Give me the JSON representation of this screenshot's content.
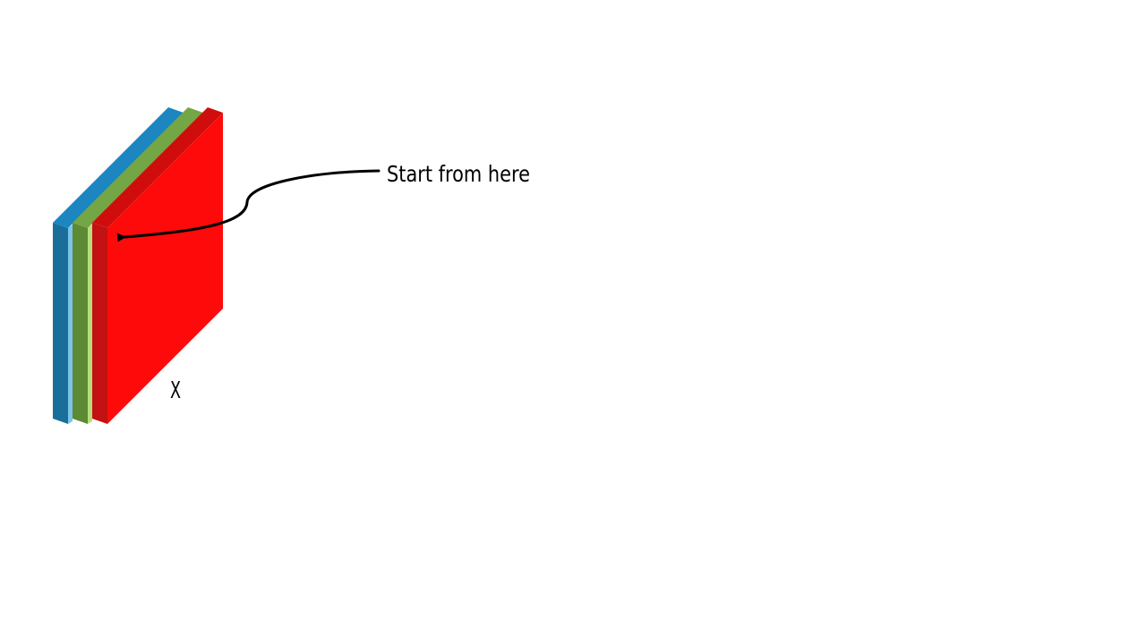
{
  "annotation": {
    "text": "Start from here"
  },
  "axis_label": {
    "text": "X"
  },
  "layers": [
    {
      "name": "blue-layer",
      "front": "#0e7fb6",
      "side": "#1a6f9a",
      "top": "#1b86c0",
      "edge": "#7cc4ea"
    },
    {
      "name": "green-layer",
      "front": "#6b9a3e",
      "side": "#5c8a35",
      "top": "#74a645",
      "edge": "#b6df7c"
    },
    {
      "name": "red-layer",
      "front": "#ff0a0a",
      "side": "#c41111",
      "top": "#d00d0d",
      "edge": "#ff0a0a"
    }
  ],
  "colors": {
    "arrow": "#000000",
    "background": "#ffffff"
  }
}
